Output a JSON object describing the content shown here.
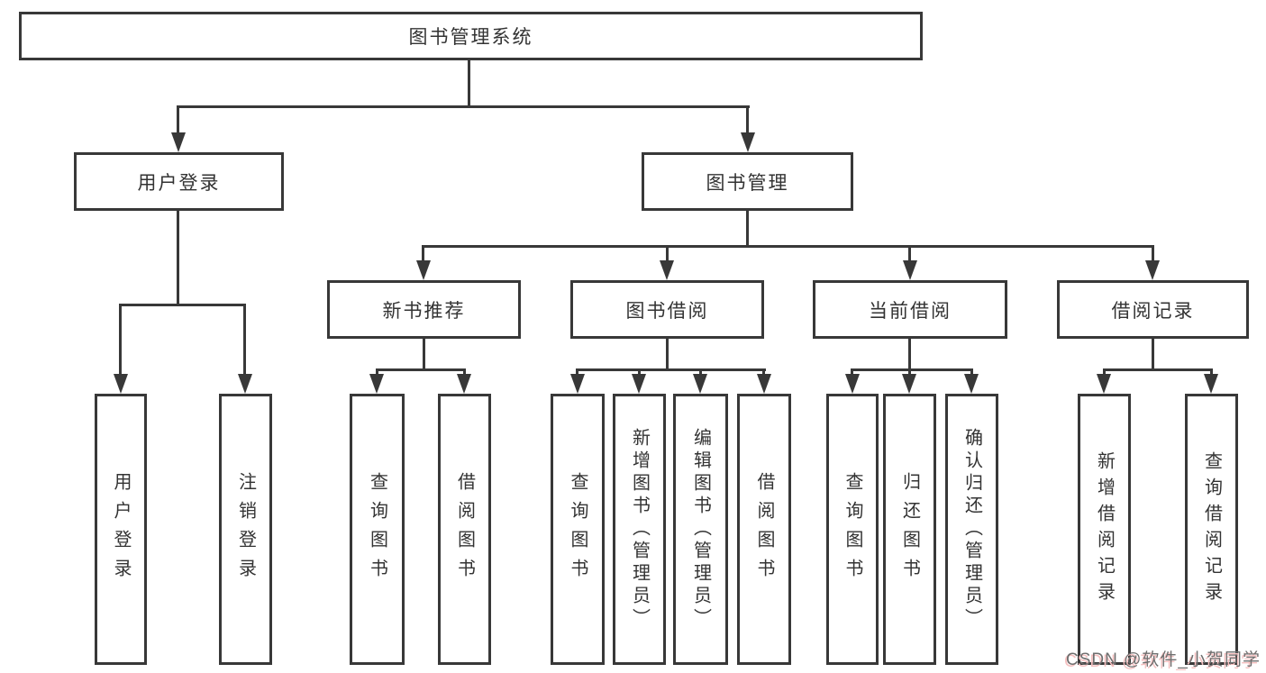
{
  "diagram": {
    "root": {
      "label": "图书管理系统"
    },
    "level2": {
      "login": {
        "label": "用户登录"
      },
      "management": {
        "label": "图书管理"
      }
    },
    "level3": {
      "new_books": {
        "label": "新书推荐"
      },
      "book_borrow": {
        "label": "图书借阅"
      },
      "current_borrow": {
        "label": "当前借阅"
      },
      "borrow_records": {
        "label": "借阅记录"
      }
    },
    "leaves": {
      "login": [
        "用户登录",
        "注销登录"
      ],
      "new_books": [
        "查询图书",
        "借阅图书"
      ],
      "book_borrow": [
        "查询图书",
        "新增图书（管理员）",
        "编辑图书（管理员）",
        "借阅图书"
      ],
      "current_borrow": [
        "查询图书",
        "归还图书",
        "确认归还（管理员）"
      ],
      "borrow_records": [
        "新增借阅记录",
        "查询借阅记录"
      ]
    },
    "watermark": "CSDN @软件_小贺同学",
    "colors": {
      "line": "#383838",
      "text": "#333333",
      "background": "#ffffff",
      "watermark_text": "#6e6e6e",
      "watermark_accent": "#f6c0c0"
    }
  }
}
